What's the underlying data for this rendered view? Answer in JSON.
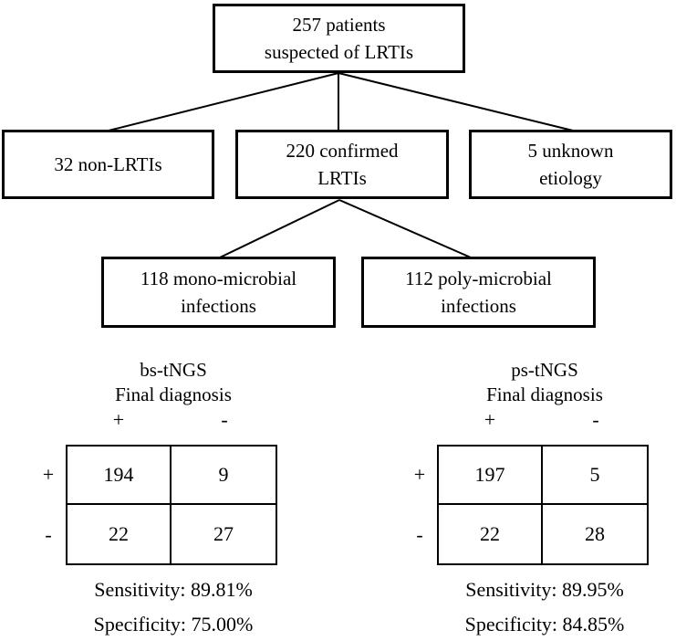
{
  "meta": {
    "background_color": "#ffffff",
    "line_color": "#000000",
    "text_color": "#000000"
  },
  "flowchart": {
    "boxes": [
      {
        "id": "root",
        "label": "257 patients\nsuspected of LRTIs"
      },
      {
        "id": "non_lrtis",
        "label": "32 non-LRTIs"
      },
      {
        "id": "confirmed",
        "label": "220 confirmed\nLRTIs"
      },
      {
        "id": "unknown",
        "label": "5 unknown\netiology"
      },
      {
        "id": "mono",
        "label": "118 mono-microbial\ninfections"
      },
      {
        "id": "poly",
        "label": "112 poly-microbial\ninfections"
      }
    ]
  },
  "matrices": [
    {
      "id": "bs",
      "title": "bs-tNGS",
      "subtitle": "Final diagnosis",
      "col_headers": [
        "+",
        "-"
      ],
      "row_headers": [
        "+",
        "-"
      ],
      "cells": [
        [
          "194",
          "9"
        ],
        [
          "22",
          "27"
        ]
      ],
      "sensitivity": "Sensitivity: 89.81%",
      "specificity": "Specificity: 75.00%"
    },
    {
      "id": "ps",
      "title": "ps-tNGS",
      "subtitle": "Final diagnosis",
      "col_headers": [
        "+",
        "-"
      ],
      "row_headers": [
        "+",
        "-"
      ],
      "cells": [
        [
          "197",
          "5"
        ],
        [
          "22",
          "28"
        ]
      ],
      "sensitivity": "Sensitivity: 89.95%",
      "specificity": "Specificity: 84.85%"
    }
  ]
}
